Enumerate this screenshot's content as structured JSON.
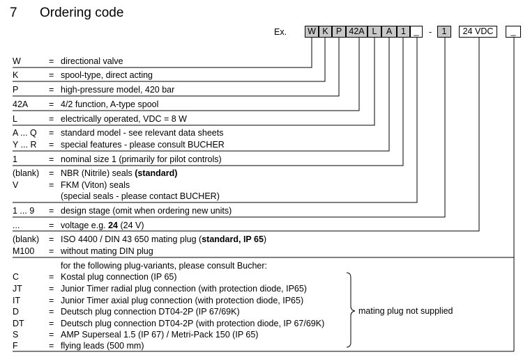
{
  "heading": {
    "number": "7",
    "title": "Ordering code"
  },
  "example_prefix": "Ex.",
  "code_boxes": [
    "W",
    "K",
    "P",
    "42A",
    "L",
    "A",
    "1",
    "_",
    "1",
    "24 VDC",
    "_"
  ],
  "code_separator": "-",
  "equals": "=",
  "rows": [
    {
      "code": "W",
      "desc": "directional valve"
    },
    {
      "code": "K",
      "desc": "spool-type, direct acting"
    },
    {
      "code": "P",
      "desc": "high-pressure model, 420 bar"
    },
    {
      "code": "42A",
      "desc": "4/2 function, A-type spool"
    },
    {
      "code": "L",
      "desc": "electrically operated, VDC = 8 W"
    },
    {
      "code": "A ... Q",
      "desc": "standard model - see relevant data sheets"
    },
    {
      "code": "Y ... R",
      "desc": "special features - please consult BUCHER"
    },
    {
      "code": "1",
      "desc": "nominal size 1 (primarily for pilot controls)"
    },
    {
      "code": "(blank)",
      "desc_pre": "NBR (Nitrile) seals  ",
      "desc_bold": "(standard)",
      "desc_post": ""
    },
    {
      "code": "V",
      "desc": "FKM (Viton) seals"
    },
    {
      "code": "",
      "desc": "(special seals - please contact BUCHER)"
    },
    {
      "code": "1 ... 9",
      "desc": "design stage (omit when ordering new units)"
    },
    {
      "code": "...",
      "desc_pre": "voltage e.g. ",
      "desc_bold": "24",
      "desc_post": " (24 V)"
    },
    {
      "code": "(blank)",
      "desc_pre": "ISO 4400 / DIN 43 650 mating plug (",
      "desc_bold": "standard, IP 65",
      "desc_post": ")"
    },
    {
      "code": "M100",
      "desc": "without mating DIN plug"
    },
    {
      "code": "",
      "desc": "for the following plug-variants, please consult Bucher:"
    },
    {
      "code": "C",
      "desc": "Kostal plug connection (IP 65)"
    },
    {
      "code": "JT",
      "desc": "Junior Timer radial plug connection (with protection diode, IP65)"
    },
    {
      "code": "IT",
      "desc": "Junior Timer axial plug connection (with protection diode, IP65)"
    },
    {
      "code": "D",
      "desc": "Deutsch plug connection DT04-2P (IP 67/69K)"
    },
    {
      "code": "DT",
      "desc": "Deutsch plug connection DT04-2P (with protection diode, IP 67/69K)"
    },
    {
      "code": "S",
      "desc": "AMP Superseal 1.5 (IP 67) / Metri-Pack 150 (IP 65)"
    },
    {
      "code": "F",
      "desc": "flying leads (500 mm)"
    }
  ],
  "brace_note": "mating plug not supplied"
}
